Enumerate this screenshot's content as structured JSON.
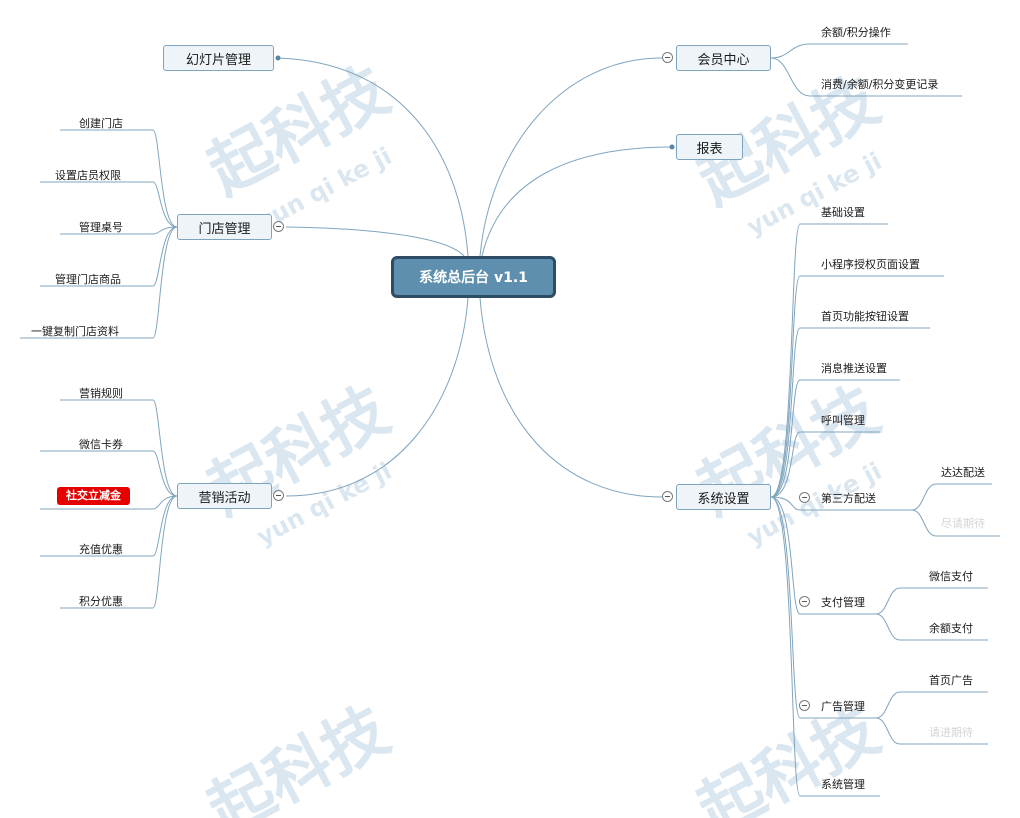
{
  "root": {
    "label": "系统总后台 v1.1"
  },
  "watermark": {
    "logo_text": "起科技",
    "sub_text": "yun qi ke ji"
  },
  "colors": {
    "line": "#7fa5be",
    "root_fill": "#5f8fae",
    "root_border": "#2c4d63",
    "highlight": "#e60000"
  },
  "left": [
    {
      "label": "幻灯片管理",
      "children": []
    },
    {
      "label": "门店管理",
      "children": [
        "创建门店",
        "设置店员权限",
        "管理桌号",
        "管理门店商品",
        "一键复制门店资料"
      ]
    },
    {
      "label": "营销活动",
      "children": [
        "营销规则",
        "微信卡券",
        "社交立减金",
        "充值优惠",
        "积分优惠"
      ]
    }
  ],
  "right": [
    {
      "label": "会员中心",
      "children": [
        "余额/积分操作",
        "消费/余额/积分变更记录"
      ]
    },
    {
      "label": "报表",
      "children": []
    },
    {
      "label": "系统设置",
      "children": [
        {
          "label": "基础设置"
        },
        {
          "label": "小程序授权页面设置"
        },
        {
          "label": "首页功能按钮设置"
        },
        {
          "label": "消息推送设置"
        },
        {
          "label": "呼叫管理"
        },
        {
          "label": "第三方配送",
          "children": [
            "达达配送",
            "尽请期待"
          ]
        },
        {
          "label": "支付管理",
          "children": [
            "微信支付",
            "余额支付"
          ]
        },
        {
          "label": "广告管理",
          "children": [
            "首页广告",
            "请进期待"
          ]
        },
        {
          "label": "系统管理"
        }
      ]
    }
  ]
}
